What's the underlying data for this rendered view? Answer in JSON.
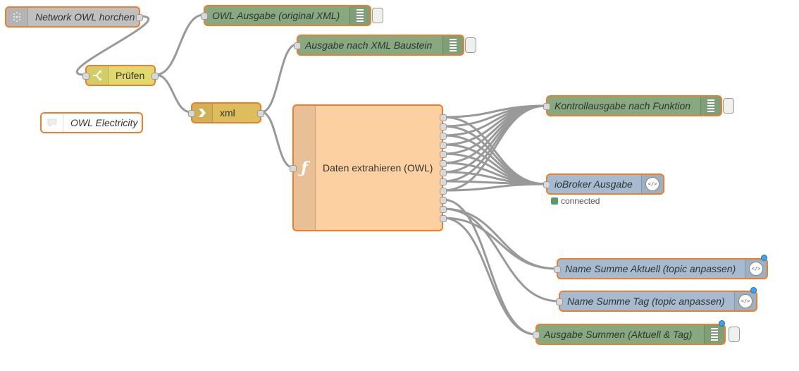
{
  "nodes": {
    "network_owl": "Network OWL horchen",
    "pruefen": "Prüfen",
    "owl_electricity": "OWL Electricity",
    "xml": "xml",
    "owl_ausgabe": "OWL Ausgabe (original XML)",
    "ausgabe_xml": "Ausgabe nach XML Baustein",
    "daten": "Daten extrahieren (OWL)",
    "kontroll": "Kontrollausgabe nach Funktion",
    "iobroker": "ioBroker Ausgabe",
    "iobroker_status": "connected",
    "summe_aktuell": "Name Summe Aktuell (topic anpassen)",
    "summe_tag": "Name Summe Tag (topic anpassen)",
    "ausgabe_summen": "Ausgabe Summen (Aktuell & Tag)"
  },
  "colors": {
    "node_border": "#ee7e2d",
    "udp_input": "#c0c0c0",
    "switch": "#e2d96e",
    "comment": "#ffffff",
    "xml": "#debd5c",
    "debug": "#87a980",
    "function": "#fdd0a2",
    "websocket": "#a6bbcf",
    "wire": "#999999",
    "status_connected": "#5a9a6a",
    "changed_dot": "#3aa5f0"
  },
  "icons": {
    "network_owl": "wifi-broadcast-icon",
    "pruefen": "switch-icon",
    "owl_electricity": "comment-icon",
    "xml": "arrow-right-icon",
    "daten": "function-icon",
    "debug": "debug-bars-icon",
    "websocket": "websocket-icon"
  }
}
